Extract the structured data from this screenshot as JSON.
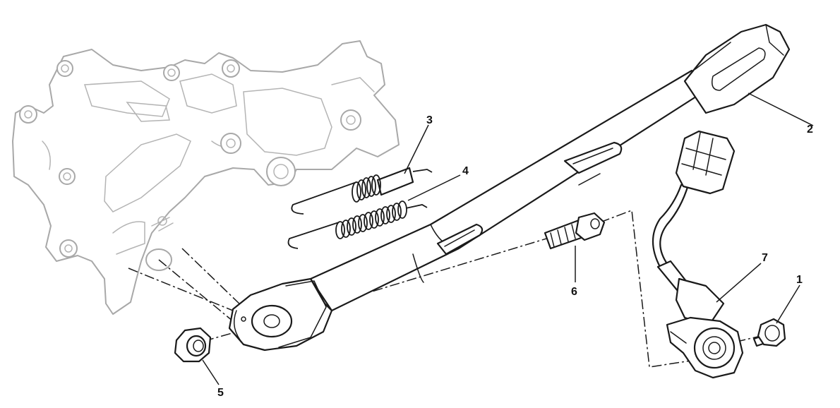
{
  "callouts": [
    {
      "id": "part-1",
      "label": "1"
    },
    {
      "id": "part-2",
      "label": "2"
    },
    {
      "id": "part-3",
      "label": "3"
    },
    {
      "id": "part-4",
      "label": "4"
    },
    {
      "id": "part-5",
      "label": "5"
    },
    {
      "id": "part-6",
      "label": "6"
    },
    {
      "id": "part-7",
      "label": "7"
    }
  ],
  "colors": {
    "line": "#1a1a1a",
    "ghost": "#a8a8a8",
    "background": "#ffffff"
  }
}
